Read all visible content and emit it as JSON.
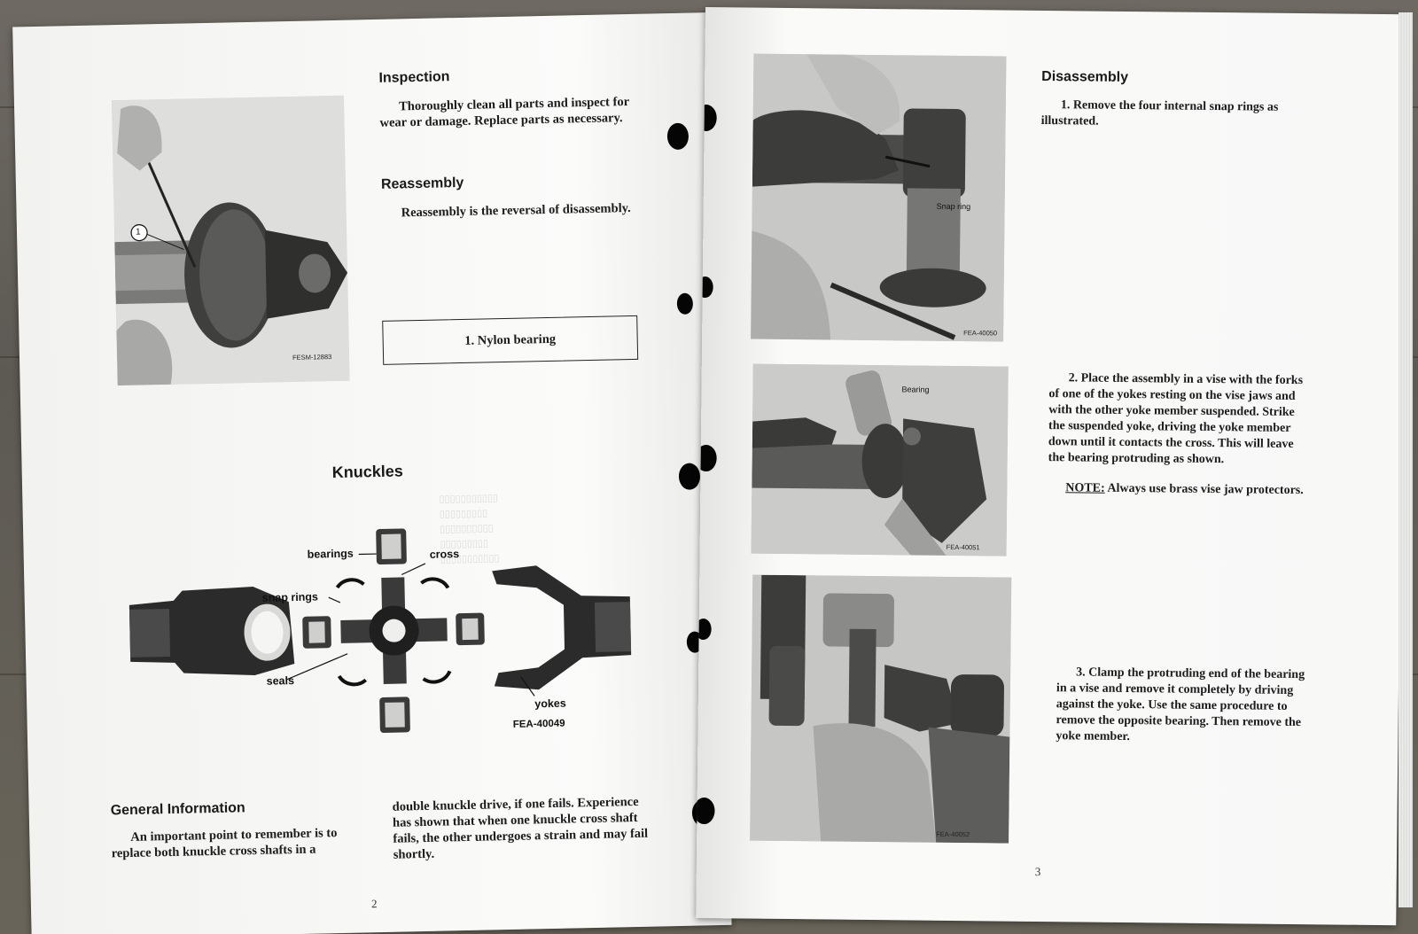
{
  "left_page": {
    "figure_1_code": "FESM-12883",
    "figure_1_callout": "1",
    "inspection": {
      "heading": "Inspection",
      "text": "Thoroughly clean all parts and inspect for wear or damage. Replace parts as necessary."
    },
    "reassembly": {
      "heading": "Reassembly",
      "text": "Reassembly is the reversal of disassembly."
    },
    "legend_box": "1. Nylon bearing",
    "knuckles": {
      "heading": "Knuckles",
      "labels": {
        "bearings": "bearings",
        "cross": "cross",
        "snap_rings": "snap rings",
        "seals": "seals",
        "yokes": "yokes"
      },
      "figure_code": "FEA-40049"
    },
    "general_information": {
      "heading": "General Information",
      "text_col1": "An important point to remember is to replace both knuckle cross shafts in a",
      "text_col2": "double knuckle drive, if one fails. Experience has shown that when one knuckle cross shaft fails, the other undergoes a strain and may fail shortly."
    },
    "page_number": "2"
  },
  "right_page": {
    "disassembly": {
      "heading": "Disassembly",
      "step1": "1. Remove the four internal snap rings as illustrated.",
      "step2": "2. Place the assembly in a vise with the forks of one of the yokes resting on the vise jaws and with the other yoke member suspended. Strike the suspended yoke, driving the yoke member down until it contacts the cross. This will leave the bearing protruding as shown.",
      "note_label": "NOTE:",
      "note_text": "Always use brass vise jaw protectors.",
      "step3": "3. Clamp the protruding end of the bearing in a vise and remove it completely by driving against the yoke. Use the same procedure to remove the opposite bearing. Then remove the yoke member."
    },
    "photo_1": {
      "label": "Snap ring",
      "code": "FEA-40050"
    },
    "photo_2": {
      "label": "Bearing",
      "code": "FEA-40051"
    },
    "photo_3": {
      "code": "FEA-40052"
    },
    "page_number": "3"
  }
}
